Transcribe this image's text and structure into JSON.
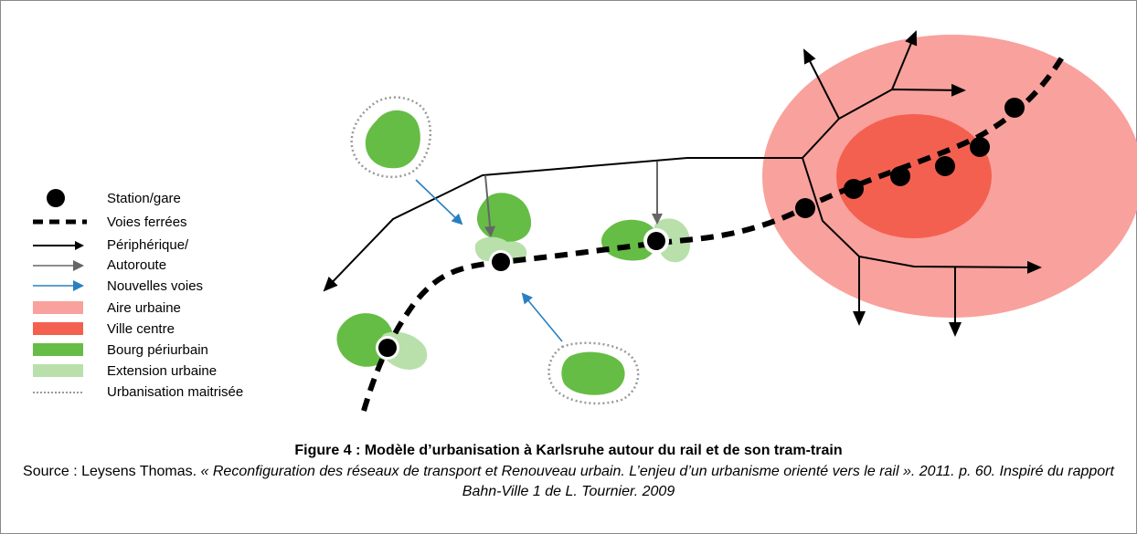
{
  "legend": {
    "items": [
      {
        "key": "station",
        "label": "Station/gare"
      },
      {
        "key": "rail",
        "label": "Voies ferrées"
      },
      {
        "key": "ring",
        "label": "Périphérique/"
      },
      {
        "key": "motorway",
        "label": "Autoroute"
      },
      {
        "key": "new_roads",
        "label": "Nouvelles voies"
      },
      {
        "key": "urban_area",
        "label": "Aire urbaine"
      },
      {
        "key": "city_center",
        "label": "Ville centre"
      },
      {
        "key": "periurban_town",
        "label": "Bourg périurbain"
      },
      {
        "key": "urban_extension",
        "label": "Extension urbaine"
      },
      {
        "key": "controlled_urbanisation",
        "label": "Urbanisation maitrisée"
      }
    ]
  },
  "colors": {
    "urban_area": "#f9a19c",
    "city_center": "#f4604f",
    "periurban_town": "#65bd45",
    "urban_extension": "#b9e0ab",
    "new_roads": "#2980c0",
    "motorway": "#666666",
    "black": "#000000"
  },
  "caption": {
    "title": "Figure 4 : Modèle d’urbanisation à Karlsruhe autour du rail et de son tram-train",
    "source_prefix": "Source : Leysens Thomas. ",
    "source_ref": "« Reconfiguration des réseaux de transport et Renouveau urbain. L’enjeu d’un urbanisme orienté vers le rail ». 2011. p. 60. Inspiré du rapport Bahn-Ville 1 de L. Tournier. 2009"
  }
}
